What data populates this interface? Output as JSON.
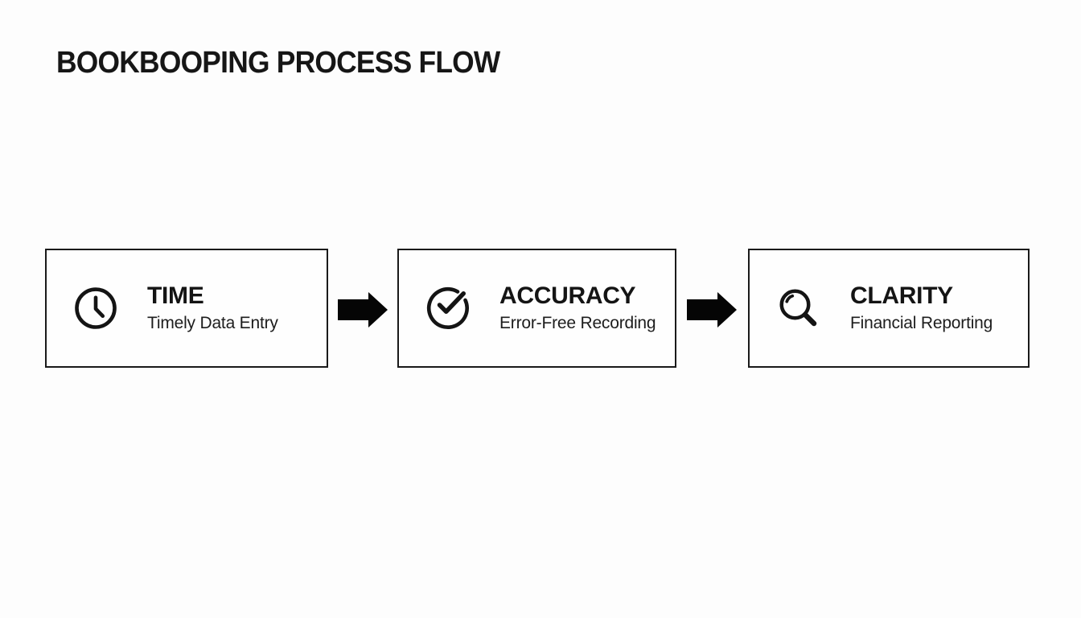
{
  "title": "BOOKBOOPING PROCESS FLOW",
  "steps": [
    {
      "heading": "TIME",
      "subtitle": "Timely Data Entry",
      "icon": "clock-icon"
    },
    {
      "heading": "ACCURACY",
      "subtitle": "Error-Free Recording",
      "icon": "check-circle-icon"
    },
    {
      "heading": "CLARITY",
      "subtitle": "Financial Reporting",
      "icon": "magnifying-glass-icon"
    }
  ],
  "connectors": [
    {
      "type": "arrow-right"
    },
    {
      "type": "arrow-right"
    }
  ],
  "colors": {
    "ink": "#141414",
    "box_border": "#1a1a1a",
    "arrow": "#050505",
    "background": "#fdfdfd"
  }
}
